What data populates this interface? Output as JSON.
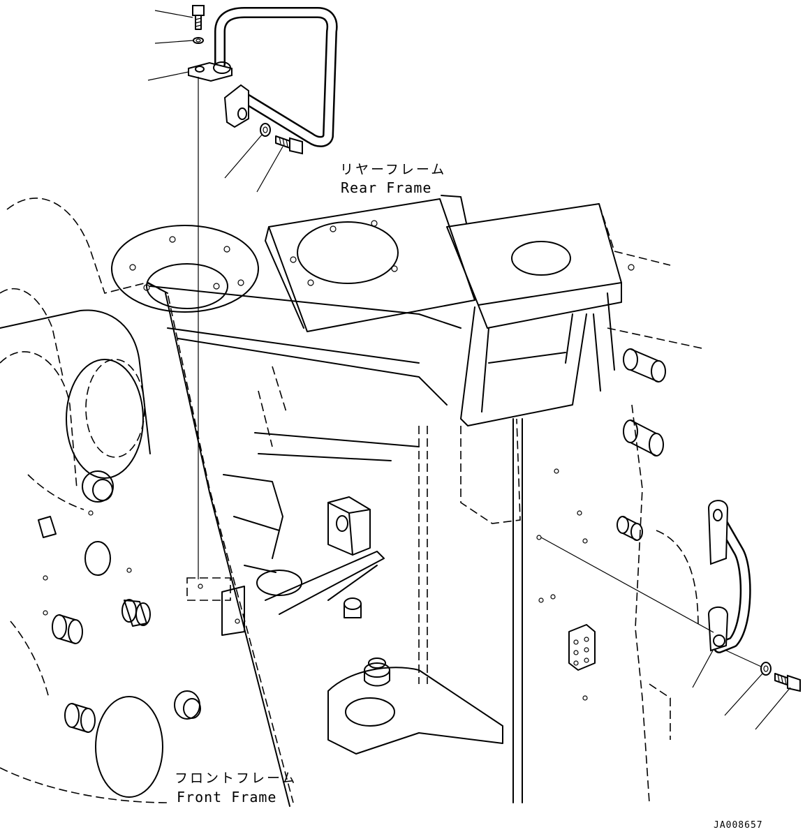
{
  "labels": {
    "rear_frame_jp": "リヤーフレーム",
    "rear_frame_en": "Rear Frame",
    "front_frame_jp": "フロントフレーム",
    "front_frame_en": "Front Frame",
    "drawing_code": "JA008657"
  },
  "colors": {
    "line": "#000000",
    "background": "#ffffff"
  }
}
